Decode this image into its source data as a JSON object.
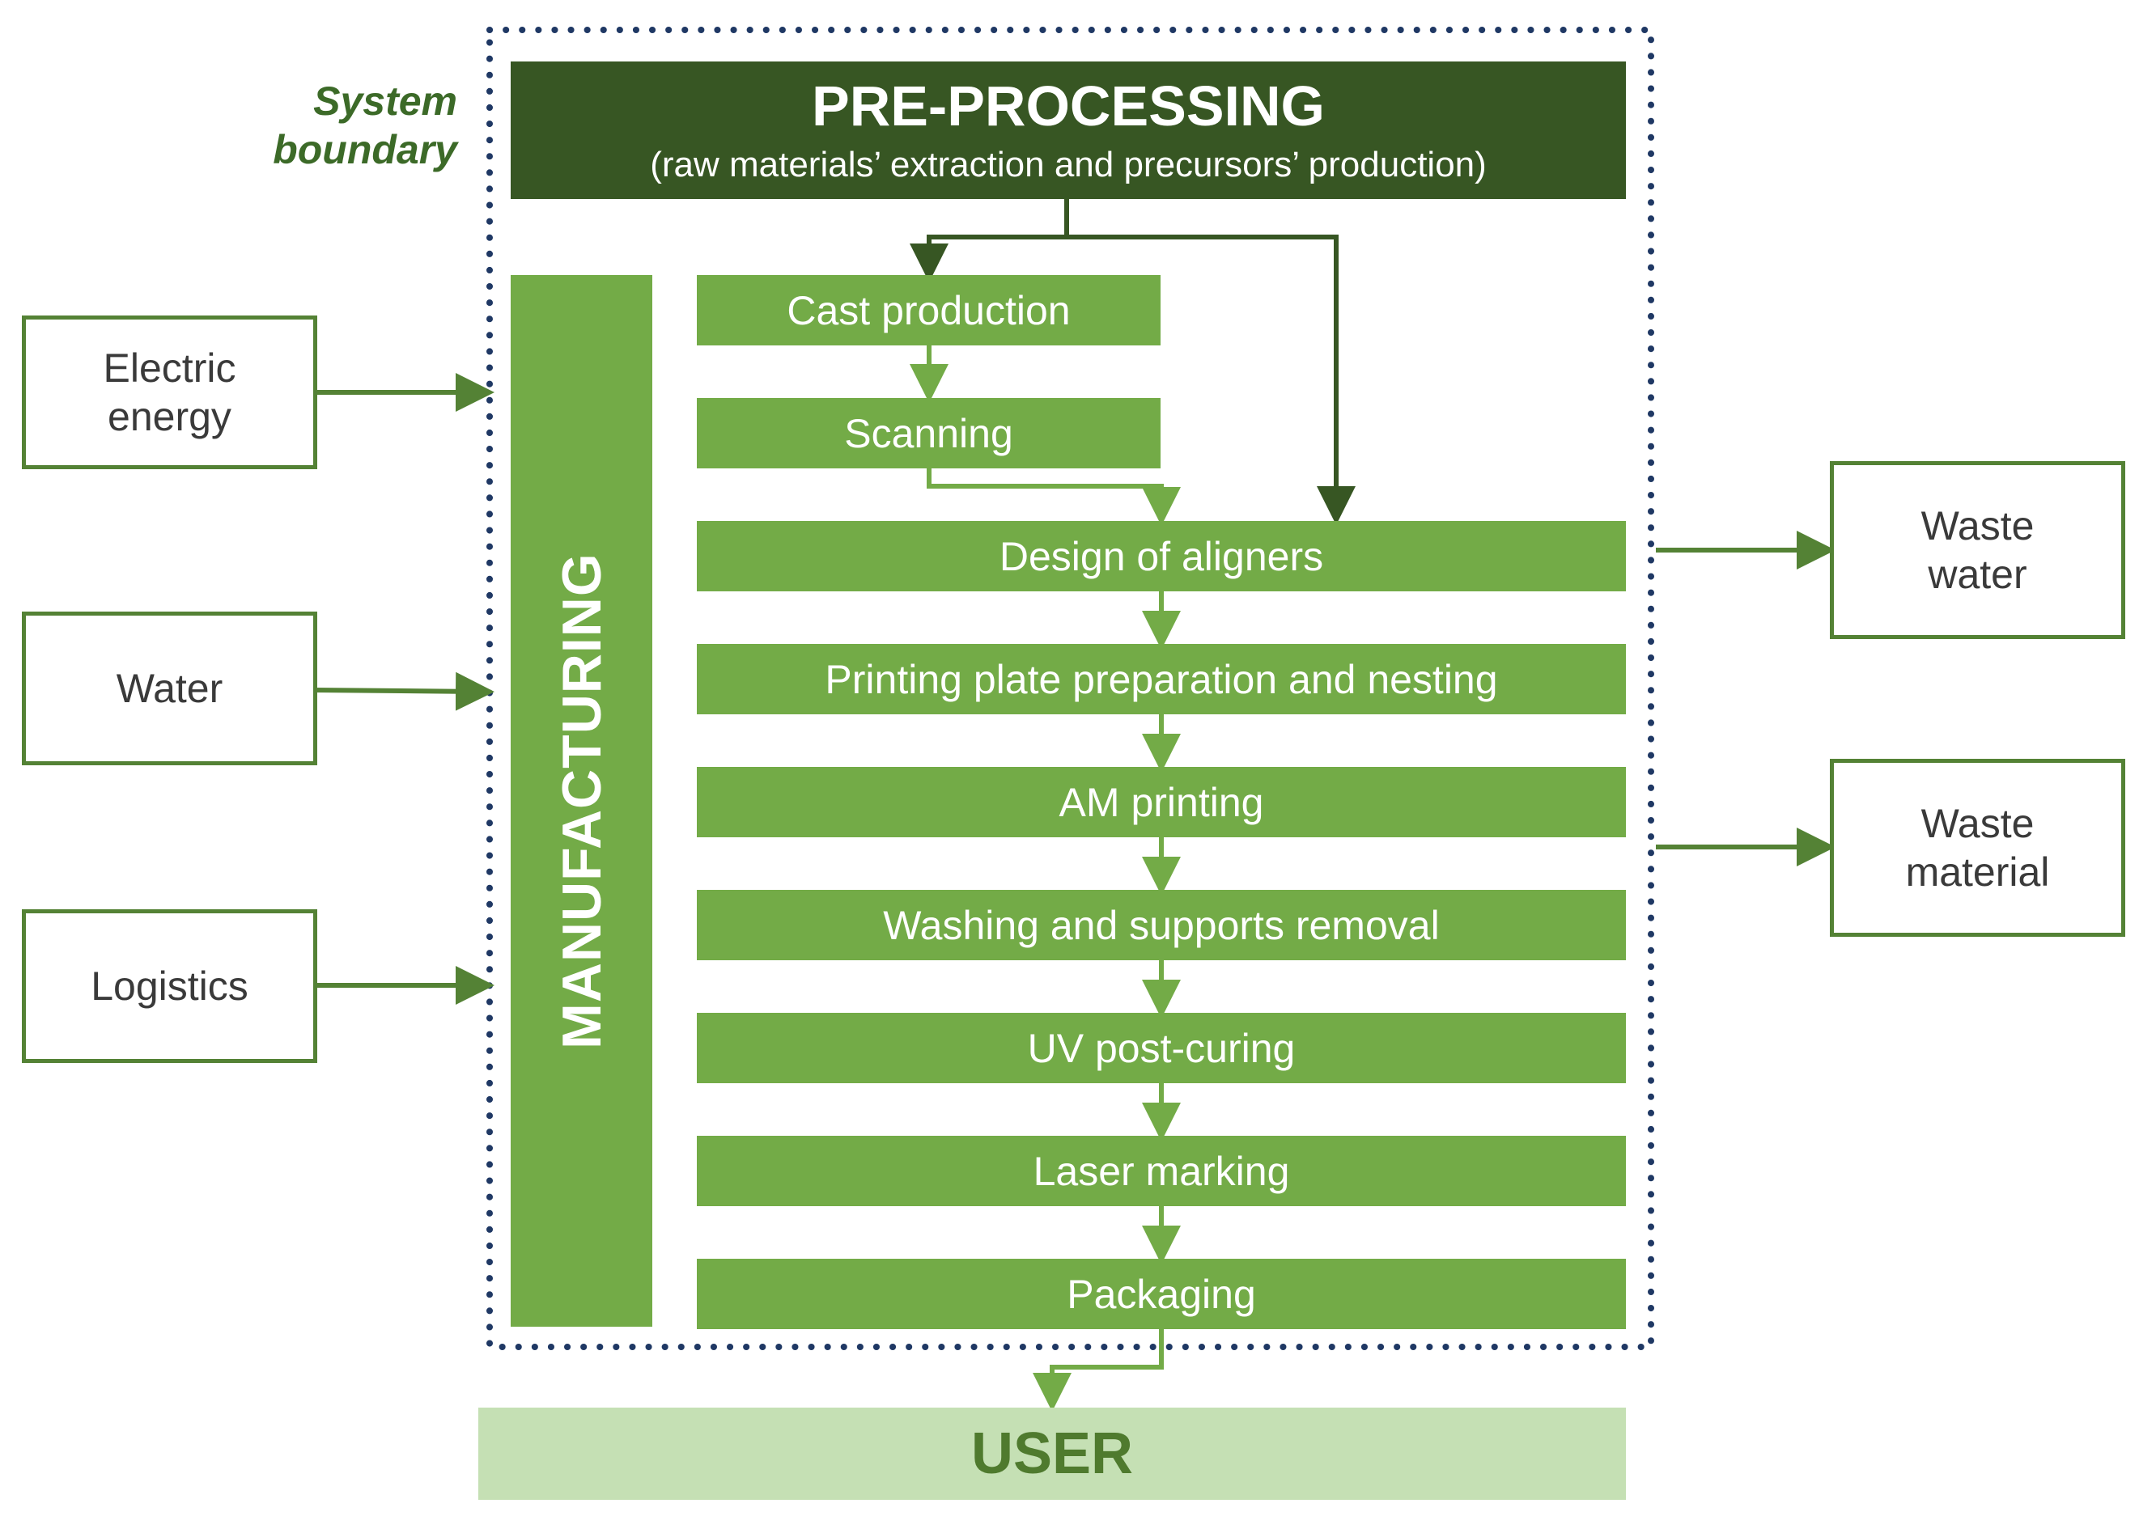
{
  "colors": {
    "dark_green": "#375623",
    "step_green": "#73AB47",
    "io_border": "#548235",
    "user_fill": "#C5E0B4",
    "user_text": "#4F7A2E",
    "boundary": "#1F3864"
  },
  "system_boundary": {
    "line1": "System",
    "line2": "boundary"
  },
  "pre_processing": {
    "title": "PRE-PROCESSING",
    "subtitle": "(raw materials’ extraction and precursors’ production)"
  },
  "manufacturing": {
    "label": "MANUFACTURING"
  },
  "steps": [
    "Cast production",
    "Scanning",
    "Design of aligners",
    "Printing plate preparation and nesting",
    "AM printing",
    "Washing and supports removal",
    "UV post-curing",
    "Laser marking",
    "Packaging"
  ],
  "inputs": {
    "electric": {
      "line1": "Electric",
      "line2": "energy"
    },
    "water": "Water",
    "logistics": "Logistics"
  },
  "outputs": {
    "waste_water": {
      "line1": "Waste",
      "line2": "water"
    },
    "waste_material": {
      "line1": "Waste",
      "line2": "material"
    }
  },
  "user": {
    "label": "USER"
  }
}
